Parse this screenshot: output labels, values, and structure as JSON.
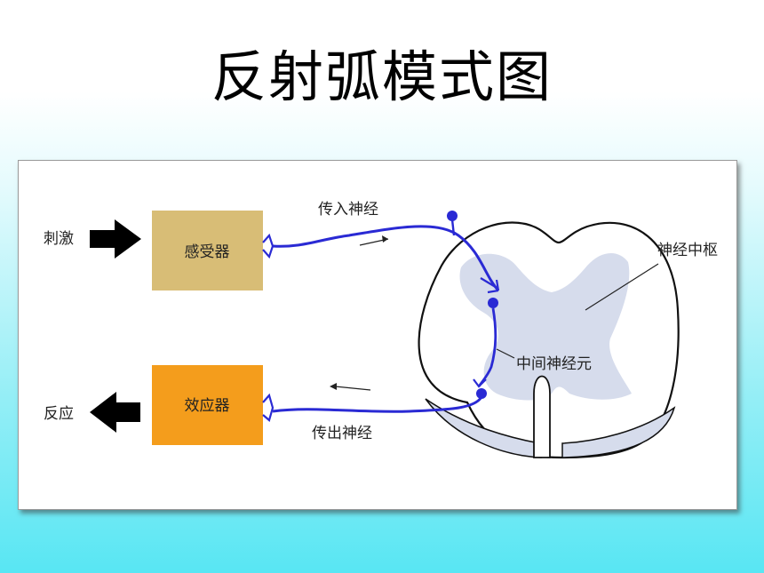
{
  "title": "反射弧模式图",
  "diagram": {
    "stimulus_label": "刺激",
    "response_label": "反应",
    "receptor_label": "感受器",
    "effector_label": "效应器",
    "afferent_nerve_label": "传入神经",
    "efferent_nerve_label": "传出神经",
    "nerve_center_label": "神经中枢",
    "interneuron_label": "中间神经元",
    "colors": {
      "receptor": "#d8bd76",
      "effector": "#f49d1c",
      "nerve": "#2a2ad4",
      "gray_matter": "#d6dcec",
      "background_top": "#ffffff",
      "background_bottom": "#58e6f3"
    }
  }
}
